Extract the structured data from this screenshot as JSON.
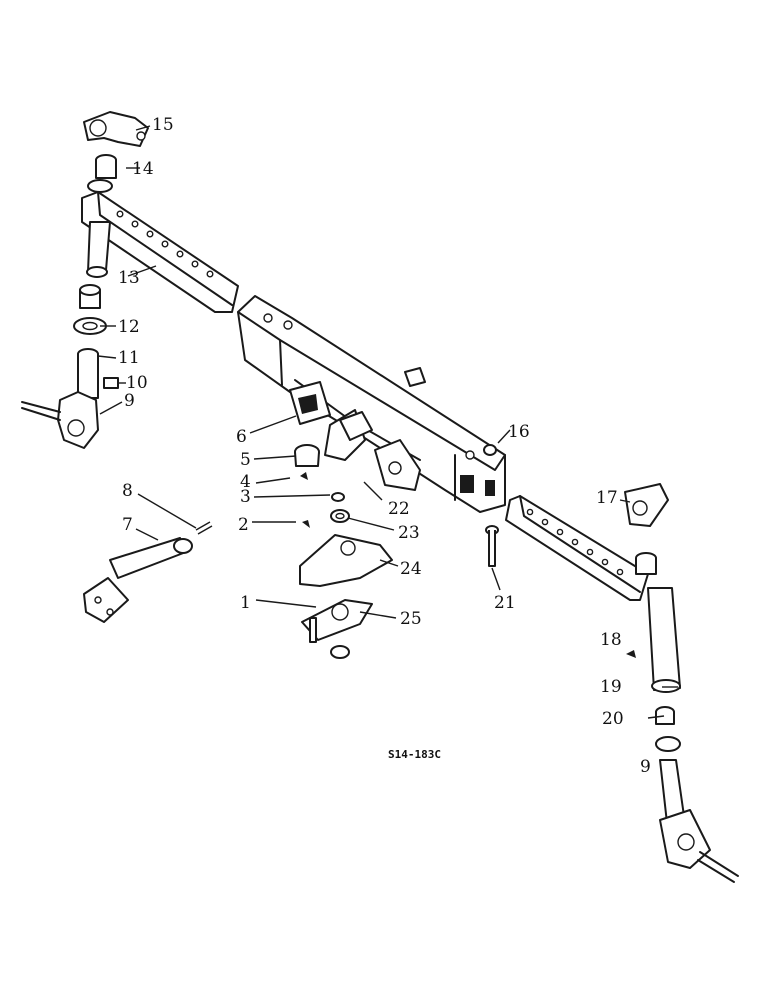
{
  "diagram": {
    "drawing_code": "S14-183C",
    "callouts": [
      {
        "id": "c1",
        "text": "1"
      },
      {
        "id": "c2",
        "text": "2"
      },
      {
        "id": "c3",
        "text": "3"
      },
      {
        "id": "c4",
        "text": "4"
      },
      {
        "id": "c5",
        "text": "5"
      },
      {
        "id": "c6",
        "text": "6"
      },
      {
        "id": "c7",
        "text": "7"
      },
      {
        "id": "c8",
        "text": "8"
      },
      {
        "id": "c9",
        "text": "9"
      },
      {
        "id": "c10",
        "text": "10"
      },
      {
        "id": "c11",
        "text": "11"
      },
      {
        "id": "c12",
        "text": "12"
      },
      {
        "id": "c13",
        "text": "13"
      },
      {
        "id": "c14",
        "text": "14"
      },
      {
        "id": "c15",
        "text": "15"
      },
      {
        "id": "c16",
        "text": "16"
      },
      {
        "id": "c17",
        "text": "17"
      },
      {
        "id": "c18",
        "text": "18"
      },
      {
        "id": "c19",
        "text": "19"
      },
      {
        "id": "c20",
        "text": "20"
      },
      {
        "id": "c21",
        "text": "21"
      },
      {
        "id": "c22",
        "text": "22"
      },
      {
        "id": "c23",
        "text": "23"
      },
      {
        "id": "c24",
        "text": "24"
      },
      {
        "id": "c25",
        "text": "25"
      },
      {
        "id": "c9b",
        "text": "9"
      }
    ]
  }
}
